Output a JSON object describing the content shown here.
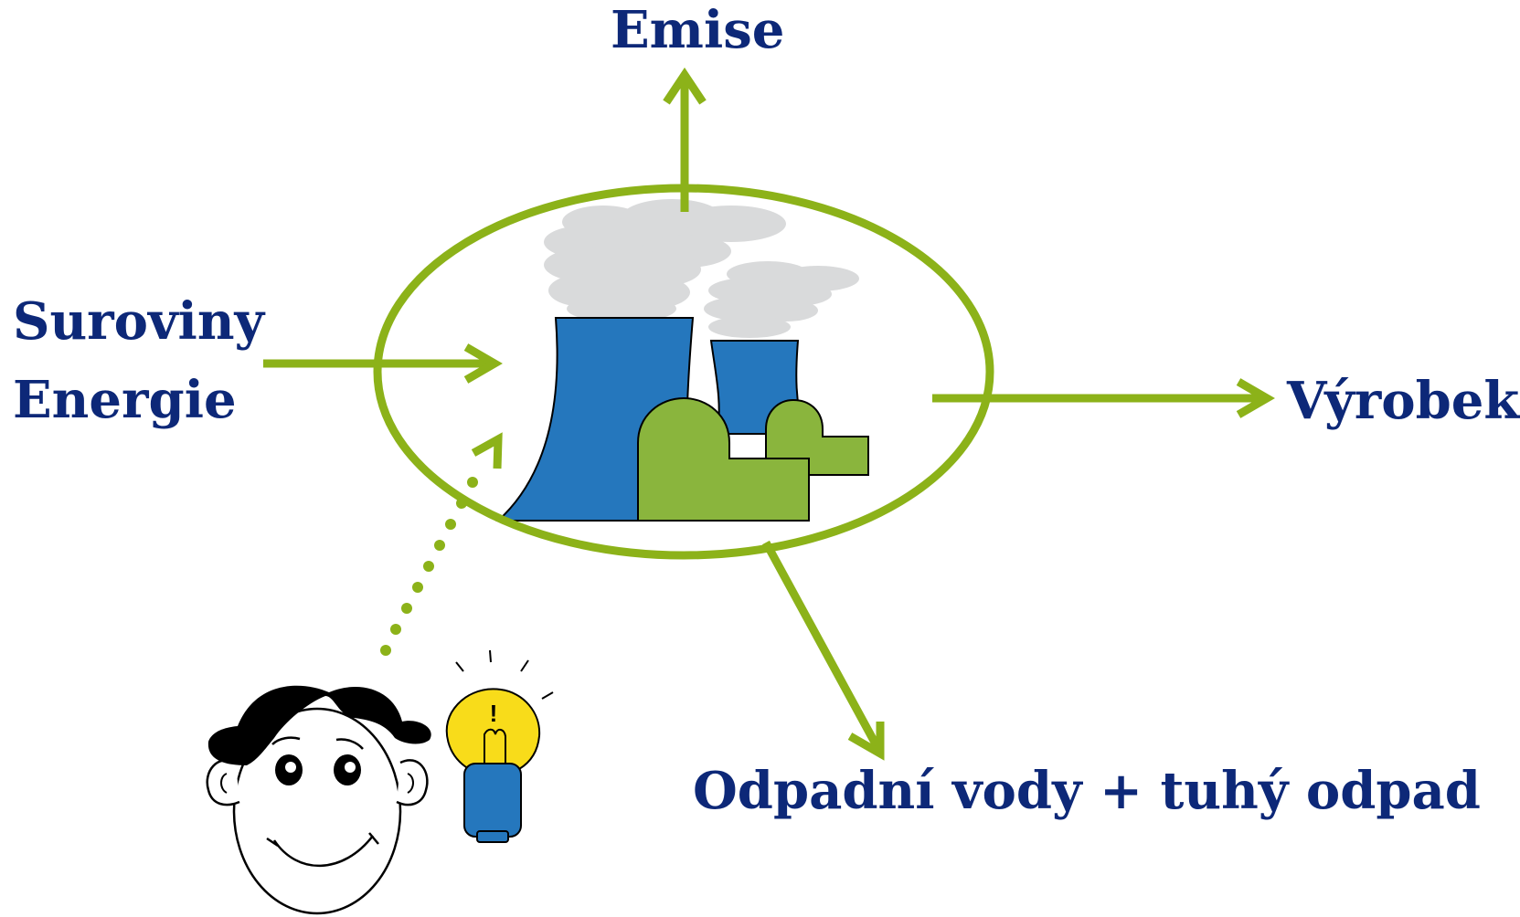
{
  "labels": {
    "emise": "Emise",
    "suroviny": "Suroviny",
    "energie": "Energie",
    "vyrobek": "Výrobek",
    "odpad": "Odpadní vody + tuhý odpad"
  },
  "colors": {
    "label_text": "#0d2878",
    "arrow_green": "#8cb219",
    "tower_blue": "#2577bd",
    "building_green": "#8ab53d",
    "smoke_gray": "#d9dadb",
    "bulb_yellow": "#f8dc1a",
    "outline": "#000000"
  },
  "icons": {
    "factory": "power-plant-icon",
    "person": "thinking-person-icon",
    "idea": "light-bulb-icon"
  },
  "bulb_mark": "!"
}
